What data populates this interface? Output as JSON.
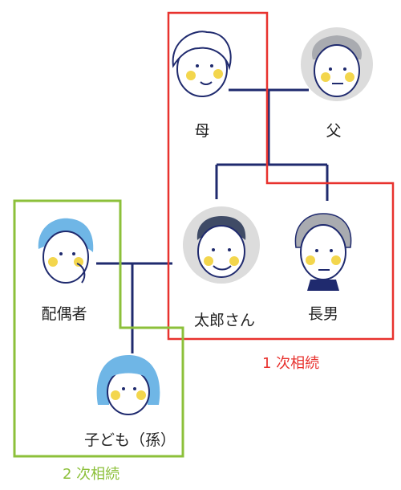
{
  "people": {
    "mother": "母",
    "father": "父",
    "taro": "太郎さん",
    "eldest_son": "長男",
    "spouse": "配偶者",
    "grandchild": "子ども（孫）"
  },
  "groups": {
    "first": {
      "label": "1 次相続",
      "color": "#e8322e"
    },
    "second": {
      "label": "2 次相続",
      "color": "#8cc03a"
    }
  },
  "colors": {
    "line": "#1f2a6e",
    "skin": "#ffffff",
    "cheek": "#f3d64d",
    "face_stroke": "#1f2a6e",
    "gray_bg": "#dcdcdc",
    "blue_hair": "#6fb6e6",
    "gray_hair": "#a9abb0",
    "dark_hair": "#3f4b66"
  }
}
